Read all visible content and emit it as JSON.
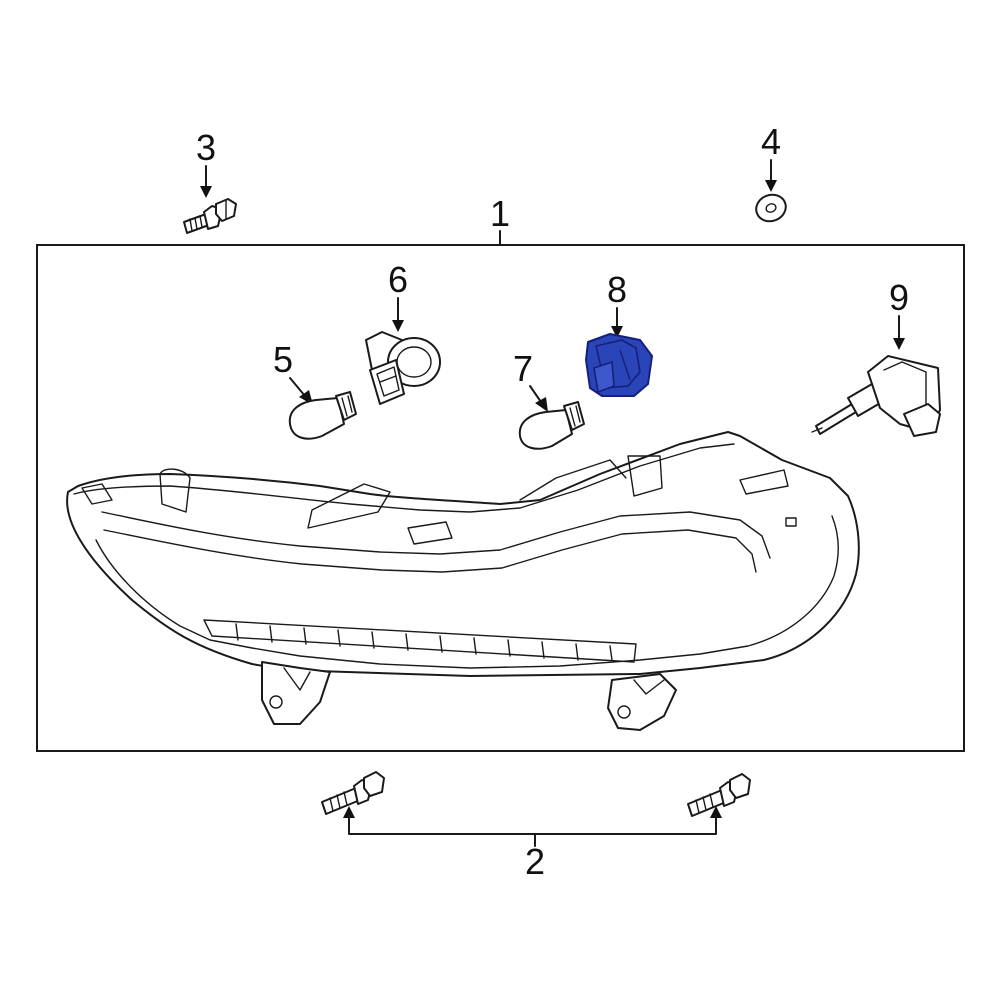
{
  "callouts": {
    "c1": "1",
    "c2": "2",
    "c3": "3",
    "c4": "4",
    "c5": "5",
    "c6": "6",
    "c7": "7",
    "c8": "8",
    "c9": "9"
  },
  "colors": {
    "highlight": "#2a45b8",
    "highlight_dark": "#16207a",
    "line": "#1a1a1a"
  }
}
